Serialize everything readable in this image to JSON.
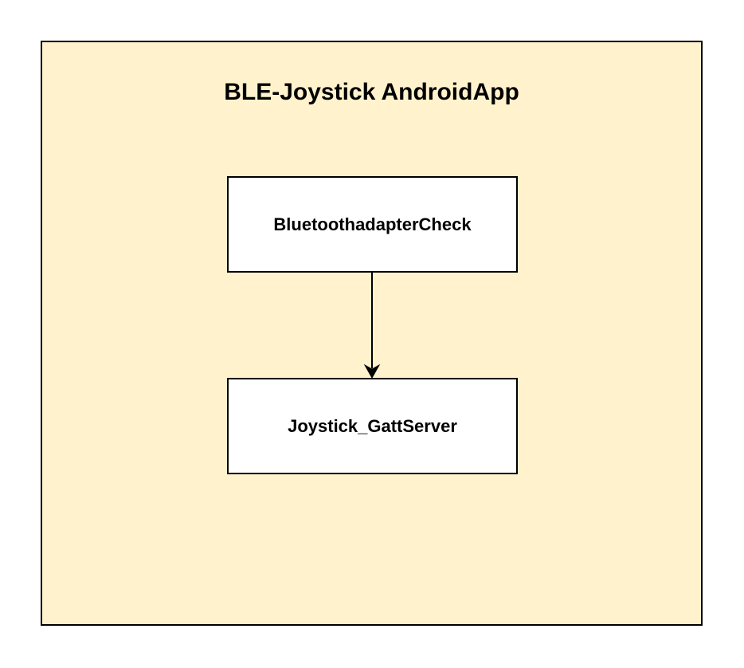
{
  "diagram": {
    "title": "BLE-Joystick AndroidApp",
    "nodes": [
      {
        "id": "bluetooth-adapter-check",
        "label": "BluetoothadapterCheck"
      },
      {
        "id": "joystick-gatt-server",
        "label": "Joystick_GattServer"
      }
    ],
    "edges": [
      {
        "from": "bluetooth-adapter-check",
        "to": "joystick-gatt-server"
      }
    ]
  },
  "colors": {
    "container_fill": "#fff2cc",
    "node_fill": "#ffffff",
    "stroke": "#000000"
  }
}
